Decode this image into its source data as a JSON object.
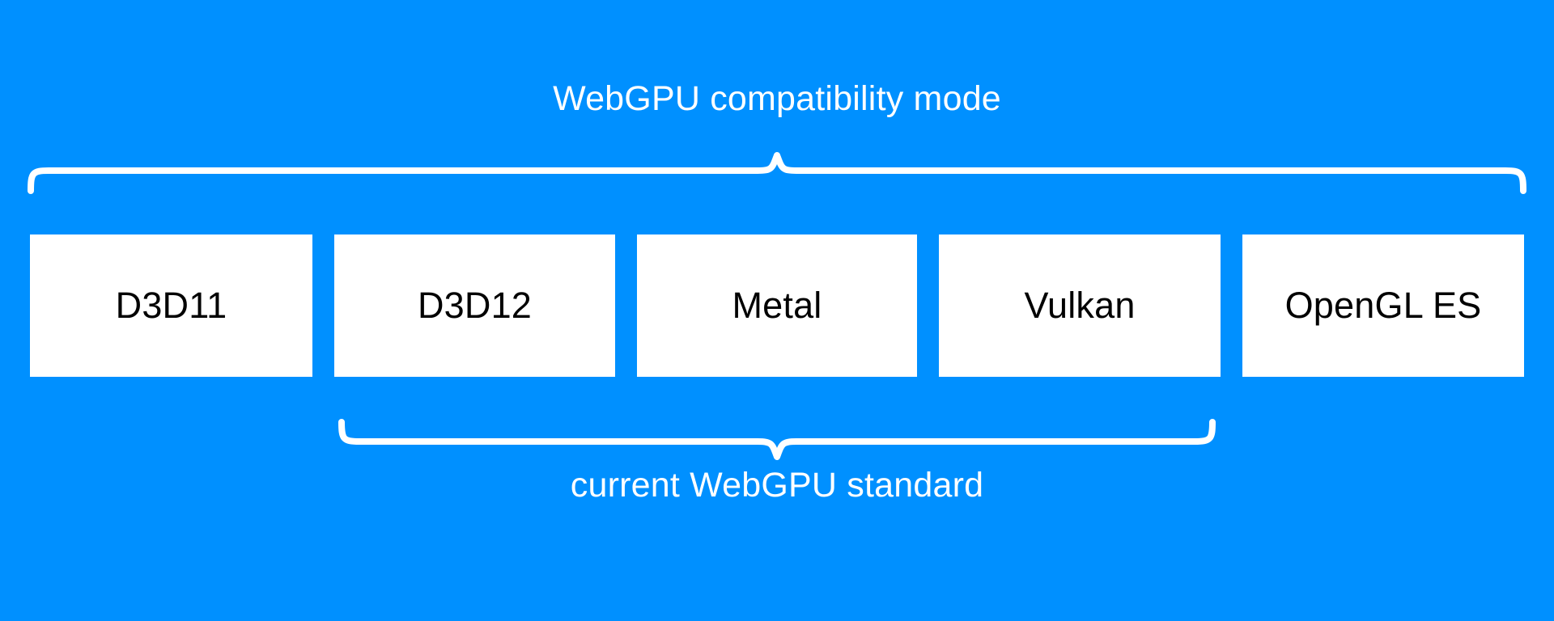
{
  "diagram": {
    "background_color": "#0090ff",
    "box_fill_color": "#ffffff",
    "box_text_color": "#000000",
    "label_text_color": "#ffffff",
    "brace_color": "#ffffff",
    "top_bracket": {
      "label": "WebGPU compatibility mode",
      "spans_boxes": [
        "D3D11",
        "D3D12",
        "Metal",
        "Vulkan",
        "OpenGL ES"
      ],
      "direction": "above"
    },
    "bottom_bracket": {
      "label": "current WebGPU standard",
      "spans_boxes": [
        "D3D12",
        "Metal",
        "Vulkan"
      ],
      "direction": "below"
    },
    "boxes": [
      {
        "label": "D3D11"
      },
      {
        "label": "D3D12"
      },
      {
        "label": "Metal"
      },
      {
        "label": "Vulkan"
      },
      {
        "label": "OpenGL ES"
      }
    ]
  }
}
